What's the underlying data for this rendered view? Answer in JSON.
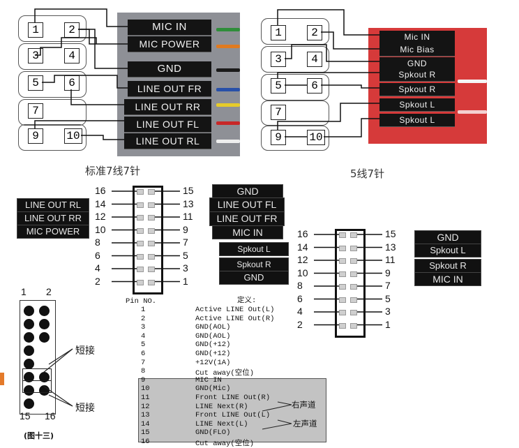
{
  "top_left": {
    "pins": [
      "1",
      "2",
      "3",
      "4",
      "5",
      "6",
      "7",
      "9",
      "10"
    ],
    "plugs": [
      "MIC IN",
      "MIC POWER",
      "GND",
      "LINE OUT FR",
      "LINE OUT RR",
      "LINE OUT FL",
      "LINE OUT RL"
    ],
    "caption": "标准7线7针"
  },
  "top_right": {
    "pins": [
      "1",
      "2",
      "3",
      "4",
      "5",
      "6",
      "7",
      "9",
      "10"
    ],
    "plugs": [
      "Mic IN",
      "Mic Bias",
      "GND",
      "Spkout R",
      "Spkout R",
      "Spkout L",
      "Spkout L"
    ],
    "caption": "5线7针"
  },
  "mid_left_labels": [
    "LINE OUT RL",
    "LINE OUT RR",
    "MIC POWER"
  ],
  "mid_header": {
    "left_pins": [
      "16",
      "14",
      "12",
      "10",
      "8",
      "6",
      "4",
      "2"
    ],
    "right_pins": [
      "15",
      "13",
      "11",
      "9",
      "7",
      "5",
      "3",
      "1"
    ],
    "right_labels": [
      "GND",
      "LINE OUT FL",
      "LINE OUT FR",
      "MIC IN"
    ]
  },
  "mid_spk_labels": [
    "Spkout L",
    "Spkout R",
    "GND"
  ],
  "right_header": {
    "left_pins": [
      "16",
      "14",
      "12",
      "10",
      "8",
      "6",
      "4",
      "2"
    ],
    "right_pins": [
      "15",
      "13",
      "11",
      "9",
      "7",
      "5",
      "3",
      "1"
    ],
    "right_labels": [
      "GND",
      "Spkout L",
      "Spkout R",
      "MIC IN"
    ]
  },
  "bottom_left": {
    "top_nums": [
      "1",
      "2"
    ],
    "bottom_nums": [
      "15",
      "16"
    ],
    "short_label_1": "短接",
    "short_label_2": "短接",
    "figure_caption": "(图十三)"
  },
  "pin_table": {
    "col1_header": "Pin NO.",
    "col2_header": "定义:",
    "rows": [
      {
        "pin": "1",
        "def": "Active LINE Out(L)"
      },
      {
        "pin": "2",
        "def": "Active LINE Out(R)"
      },
      {
        "pin": "3",
        "def": "GND(AOL)"
      },
      {
        "pin": "4",
        "def": "GND(AOL)"
      },
      {
        "pin": "5",
        "def": "GND(+12)"
      },
      {
        "pin": "6",
        "def": "GND(+12)"
      },
      {
        "pin": "7",
        "def": "+12V(1A)"
      },
      {
        "pin": "8",
        "def": "Cut away(空位)"
      },
      {
        "pin": "9",
        "def": "MIC IN"
      },
      {
        "pin": "10",
        "def": "GND(Mic)"
      },
      {
        "pin": "11",
        "def": "Front LINE Out(R)"
      },
      {
        "pin": "12",
        "def": "LINE Next(R)"
      },
      {
        "pin": "13",
        "def": "Front LINE Out(L)"
      },
      {
        "pin": "14",
        "def": "LINE Next(L)"
      },
      {
        "pin": "15",
        "def": "GND(FLO)"
      },
      {
        "pin": "16",
        "def": "Cut away(空位)"
      }
    ],
    "right_channel": "右声道",
    "left_channel": "左声道"
  }
}
